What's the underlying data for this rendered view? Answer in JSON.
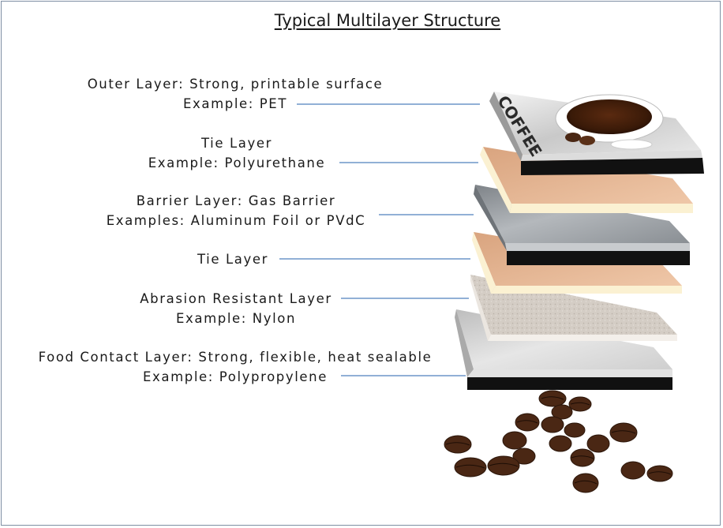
{
  "title": "Typical Multilayer Structure",
  "layers": [
    {
      "line1": "Outer Layer: Strong, printable surface",
      "line2": "Example: PET"
    },
    {
      "line1": "Tie Layer",
      "line2": "Example: Polyurethane"
    },
    {
      "line1": "Barrier Layer: Gas Barrier",
      "line2": "Examples: Aluminum Foil or PVdC"
    },
    {
      "line1": "Tie Layer",
      "line2": ""
    },
    {
      "line1": "Abrasion Resistant Layer",
      "line2": "Example: Nylon"
    },
    {
      "line1": "Food Contact Layer: Strong, flexible, heat sealable",
      "line2": "Example: Polypropylene"
    }
  ],
  "printed_graphic_text": "COFFEE",
  "colors": {
    "leader_line": "#4f81bd",
    "tie_layer": "#e6b898",
    "tie_layer_edge": "#fbf1d2",
    "barrier_layer": "#9ea3a8",
    "nylon_layer": "#d2cbc3",
    "food_contact_layer": "#d6d6d6",
    "dark_edge": "#111111",
    "coffee_bean": "#4a2714"
  }
}
